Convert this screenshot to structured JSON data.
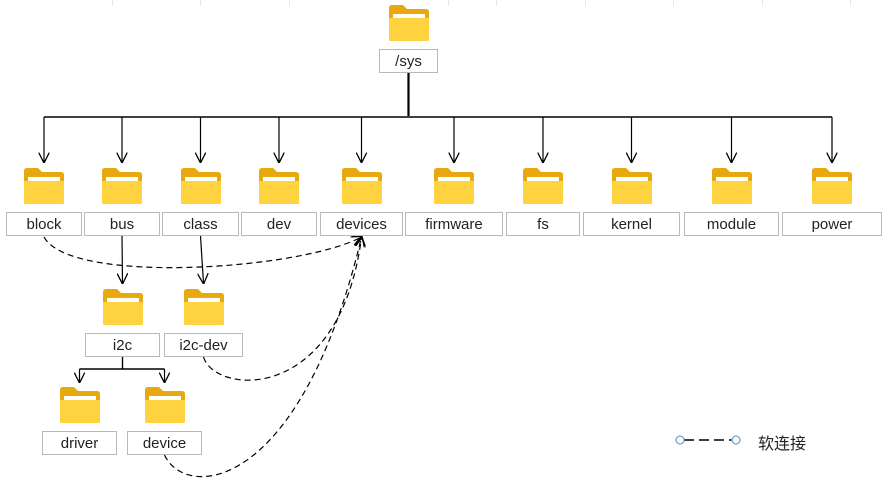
{
  "root": {
    "label": "/sys",
    "icon": "folder-icon"
  },
  "children": [
    {
      "key": "block",
      "label": "block"
    },
    {
      "key": "bus",
      "label": "bus"
    },
    {
      "key": "class",
      "label": "class"
    },
    {
      "key": "dev",
      "label": "dev"
    },
    {
      "key": "devices",
      "label": "devices"
    },
    {
      "key": "firmware",
      "label": "firmware"
    },
    {
      "key": "fs",
      "label": "fs"
    },
    {
      "key": "kernel",
      "label": "kernel"
    },
    {
      "key": "module",
      "label": "module"
    },
    {
      "key": "power",
      "label": "power"
    }
  ],
  "bus_children": [
    {
      "key": "i2c",
      "label": "i2c"
    }
  ],
  "class_children": [
    {
      "key": "i2c-dev",
      "label": "i2c-dev"
    }
  ],
  "i2c_children": [
    {
      "key": "driver",
      "label": "driver"
    },
    {
      "key": "device",
      "label": "device"
    }
  ],
  "soft_links": [
    {
      "from": "block",
      "to": "devices"
    },
    {
      "from": "i2c-dev",
      "to": "devices"
    },
    {
      "from": "device",
      "to": "devices"
    }
  ],
  "legend": {
    "label": "软连接",
    "icon": "dashed-link-icon"
  },
  "colors": {
    "folder_back": "#e8a90f",
    "folder_front": "#ffd23f",
    "folder_paper": "#ffffff",
    "line": "#000000",
    "label_border": "#b9b9b9",
    "legend_marker": "#6fa8c8"
  }
}
